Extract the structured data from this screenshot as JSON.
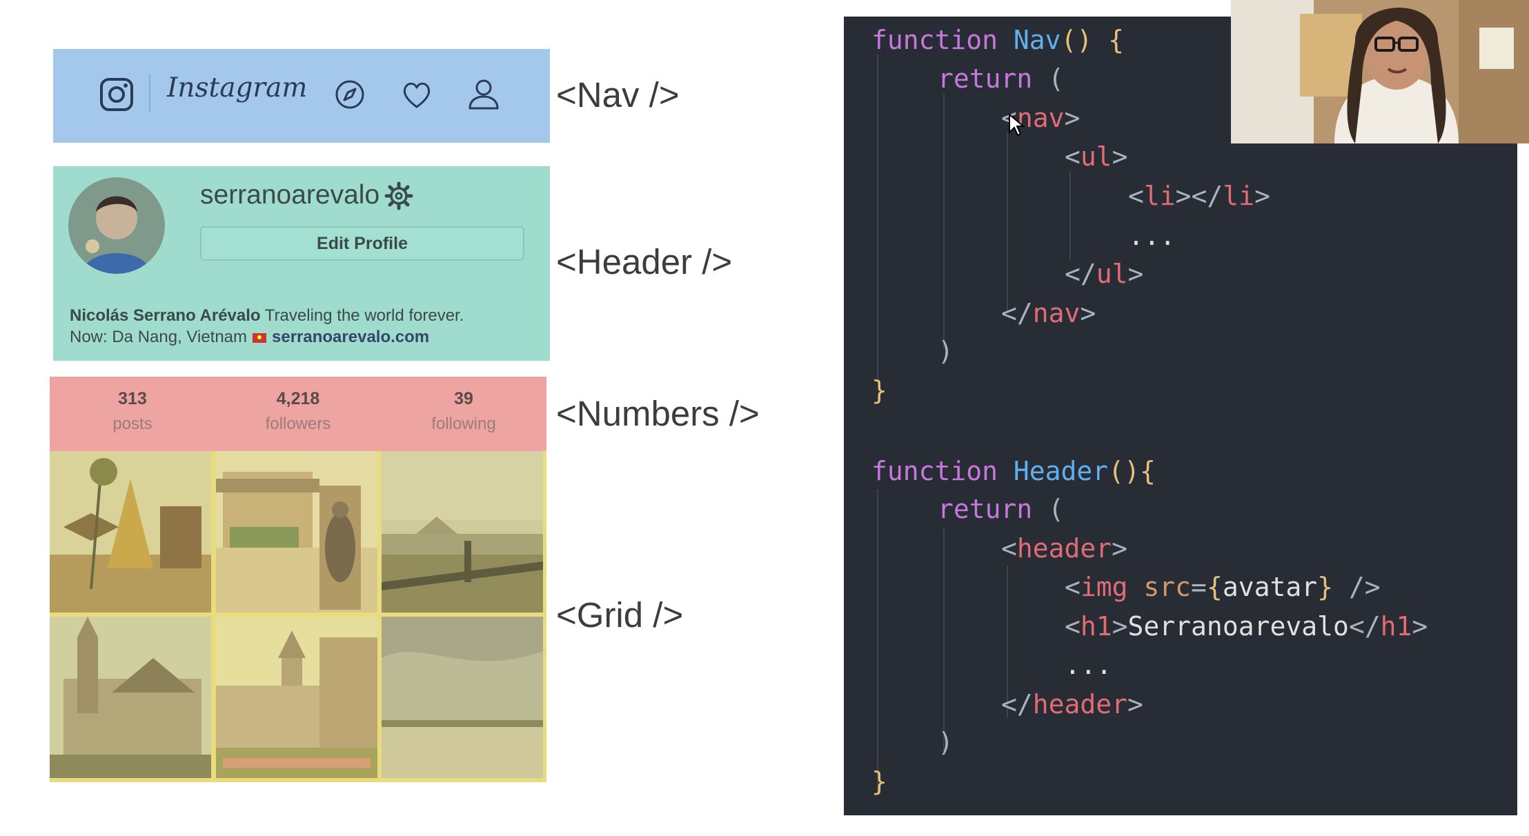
{
  "nav": {
    "logo_text": "Instagram",
    "icons": [
      "camera-icon",
      "compass-icon",
      "heart-icon",
      "profile-icon"
    ]
  },
  "header": {
    "username": "serranoarevalo",
    "edit_profile_label": "Edit Profile",
    "bio_name": "Nicolás Serrano Arévalo",
    "bio_text": "Traveling the world forever.",
    "bio_location": "Now: Da Nang, Vietnam",
    "bio_link": "serranoarevalo.com"
  },
  "numbers": [
    {
      "value": "313",
      "label": "posts"
    },
    {
      "value": "4,218",
      "label": "followers"
    },
    {
      "value": "39",
      "label": "following"
    }
  ],
  "component_labels": {
    "nav": "<Nav />",
    "header": "<Header />",
    "numbers": "<Numbers />",
    "grid": "<Grid />"
  },
  "colors": {
    "nav": "#a4c8ec",
    "header": "#9fdcce",
    "numbers": "#eea4a1",
    "grid": "#eadb7e",
    "editor_bg": "#282c34"
  },
  "code": {
    "lines": [
      {
        "tokens": [
          [
            "kw",
            "function "
          ],
          [
            "fn",
            "Nav"
          ],
          [
            "pn",
            "() {"
          ]
        ]
      },
      {
        "tokens": [
          [
            "kw",
            "return "
          ],
          [
            "br",
            "("
          ]
        ]
      },
      {
        "tokens": [
          [
            "br",
            "<"
          ],
          [
            "tg",
            "nav"
          ],
          [
            "br",
            ">"
          ]
        ]
      },
      {
        "tokens": [
          [
            "br",
            "<"
          ],
          [
            "tg",
            "ul"
          ],
          [
            "br",
            ">"
          ]
        ]
      },
      {
        "tokens": [
          [
            "br",
            "<"
          ],
          [
            "tg",
            "li"
          ],
          [
            "br",
            "></"
          ],
          [
            "tg",
            "li"
          ],
          [
            "br",
            ">"
          ]
        ]
      },
      {
        "tokens": [
          [
            "vl",
            "..."
          ]
        ]
      },
      {
        "tokens": [
          [
            "br",
            "</"
          ],
          [
            "tg",
            "ul"
          ],
          [
            "br",
            ">"
          ]
        ]
      },
      {
        "tokens": [
          [
            "br",
            "</"
          ],
          [
            "tg",
            "nav"
          ],
          [
            "br",
            ">"
          ]
        ]
      },
      {
        "tokens": [
          [
            "br",
            ")"
          ]
        ]
      },
      {
        "tokens": [
          [
            "pn",
            "}"
          ]
        ]
      },
      {
        "tokens": [
          [
            "kw",
            "function "
          ],
          [
            "fn",
            "Header"
          ],
          [
            "pn",
            "(){"
          ]
        ]
      },
      {
        "tokens": [
          [
            "kw",
            "return "
          ],
          [
            "br",
            "("
          ]
        ]
      },
      {
        "tokens": [
          [
            "br",
            "<"
          ],
          [
            "tg",
            "header"
          ],
          [
            "br",
            ">"
          ]
        ]
      },
      {
        "tokens": [
          [
            "br",
            "<"
          ],
          [
            "tg",
            "img "
          ],
          [
            "at",
            "src"
          ],
          [
            "br",
            "="
          ],
          [
            "pn",
            "{"
          ],
          [
            "vl",
            "avatar"
          ],
          [
            "pn",
            "}"
          ],
          [
            "br",
            " />"
          ]
        ]
      },
      {
        "tokens": [
          [
            "br",
            "<"
          ],
          [
            "tg",
            "h1"
          ],
          [
            "br",
            ">"
          ],
          [
            "vl",
            "Serranoarevalo"
          ],
          [
            "br",
            "</"
          ],
          [
            "tg",
            "h1"
          ],
          [
            "br",
            ">"
          ]
        ]
      },
      {
        "tokens": [
          [
            "vl",
            "..."
          ]
        ]
      },
      {
        "tokens": [
          [
            "br",
            "</"
          ],
          [
            "tg",
            "header"
          ],
          [
            "br",
            ">"
          ]
        ]
      },
      {
        "tokens": [
          [
            "br",
            ")"
          ]
        ]
      },
      {
        "tokens": [
          [
            "pn",
            "}"
          ]
        ]
      }
    ]
  }
}
